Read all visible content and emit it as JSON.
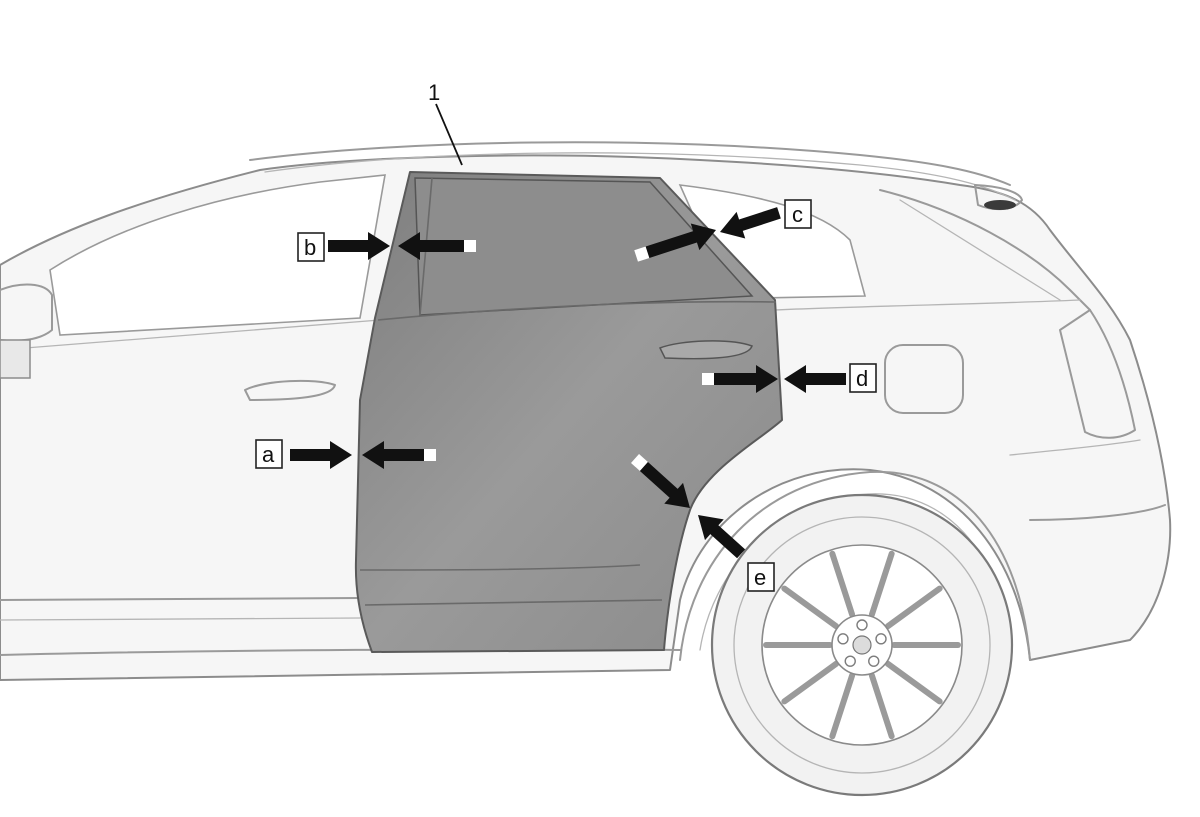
{
  "callouts": {
    "part": "1",
    "a": "a",
    "b": "b",
    "c": "c",
    "d": "d",
    "e": "e"
  },
  "colors": {
    "door_highlight": "#8e8e8e",
    "arrow": "#111111",
    "outline": "#8c8c8c"
  }
}
